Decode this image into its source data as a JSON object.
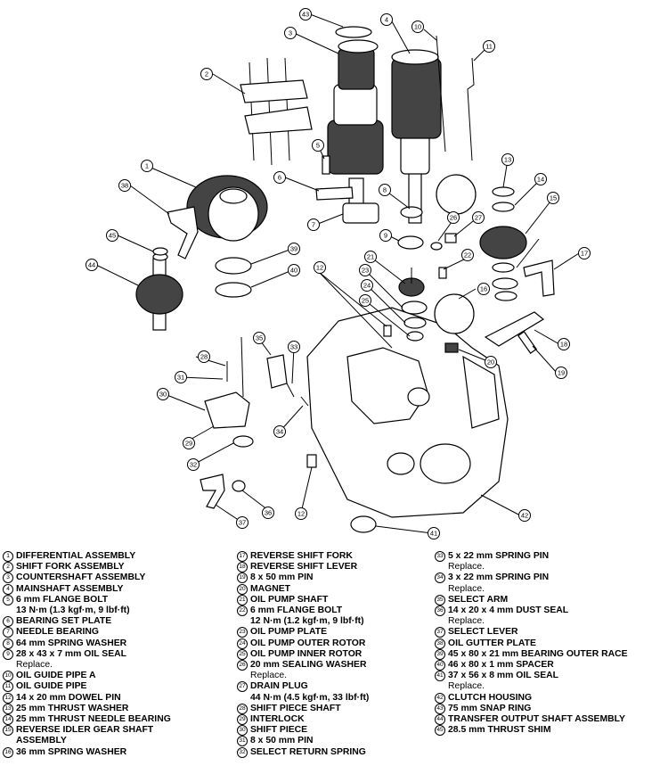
{
  "diagram": {
    "callouts": [
      "1",
      "2",
      "3",
      "4",
      "5",
      "6",
      "7",
      "8",
      "9",
      "10",
      "11",
      "12",
      "13",
      "14",
      "15",
      "16",
      "17",
      "18",
      "19",
      "20",
      "21",
      "22",
      "23",
      "24",
      "25",
      "26",
      "27",
      "28",
      "29",
      "30",
      "31",
      "32",
      "33",
      "34",
      "35",
      "36",
      "37",
      "38",
      "39",
      "40",
      "41",
      "42",
      "43",
      "44",
      "45"
    ]
  },
  "legend": {
    "column1": [
      {
        "n": "1",
        "text": "DIFFERENTIAL ASSEMBLY"
      },
      {
        "n": "2",
        "text": "SHIFT FORK ASSEMBLY"
      },
      {
        "n": "3",
        "text": "COUNTERSHAFT ASSEMBLY"
      },
      {
        "n": "4",
        "text": "MAINSHAFT ASSEMBLY"
      },
      {
        "n": "5",
        "text": "6 mm FLANGE BOLT",
        "sub": "13 N·m (1.3 kgf·m, 9 lbf·ft)",
        "sub_bold": true
      },
      {
        "n": "6",
        "text": "BEARING SET PLATE"
      },
      {
        "n": "7",
        "text": "NEEDLE BEARING"
      },
      {
        "n": "8",
        "text": "64 mm SPRING WASHER"
      },
      {
        "n": "9",
        "text": "28 x 43 x 7 mm OIL SEAL",
        "sub": "Replace."
      },
      {
        "n": "10",
        "text": "OIL GUIDE PIPE A"
      },
      {
        "n": "11",
        "text": "OIL GUIDE PIPE"
      },
      {
        "n": "12",
        "text": "14 x 20 mm DOWEL PIN"
      },
      {
        "n": "13",
        "text": "25 mm THRUST WASHER"
      },
      {
        "n": "14",
        "text": "25 mm THRUST NEEDLE BEARING"
      },
      {
        "n": "15",
        "text": "REVERSE IDLER GEAR SHAFT",
        "sub": "ASSEMBLY",
        "sub_bold": true
      },
      {
        "n": "16",
        "text": "36 mm SPRING WASHER"
      }
    ],
    "column2": [
      {
        "n": "17",
        "text": "REVERSE SHIFT FORK"
      },
      {
        "n": "18",
        "text": "REVERSE SHIFT LEVER"
      },
      {
        "n": "19",
        "text": "8 x 50 mm PIN"
      },
      {
        "n": "20",
        "text": "MAGNET"
      },
      {
        "n": "21",
        "text": "OIL PUMP SHAFT"
      },
      {
        "n": "22",
        "text": "6 mm FLANGE BOLT",
        "sub": "12 N·m (1.2 kgf·m, 9 lbf·ft)",
        "sub_bold": true
      },
      {
        "n": "23",
        "text": "OIL PUMP PLATE"
      },
      {
        "n": "24",
        "text": "OIL PUMP OUTER ROTOR"
      },
      {
        "n": "25",
        "text": "OIL PUMP INNER ROTOR"
      },
      {
        "n": "26",
        "text": "20 mm SEALING WASHER",
        "sub": "Replace."
      },
      {
        "n": "27",
        "text": "DRAIN PLUG",
        "sub": "44 N·m (4.5 kgf·m, 33 lbf·ft)",
        "sub_bold": true
      },
      {
        "n": "28",
        "text": "SHIFT PIECE SHAFT"
      },
      {
        "n": "29",
        "text": "INTERLOCK"
      },
      {
        "n": "30",
        "text": "SHIFT PIECE"
      },
      {
        "n": "31",
        "text": "8 x 50 mm PIN"
      },
      {
        "n": "32",
        "text": "SELECT RETURN SPRING"
      }
    ],
    "column3": [
      {
        "n": "33",
        "text": "5 x 22 mm SPRING PIN",
        "sub": "Replace."
      },
      {
        "n": "34",
        "text": "3 x 22 mm SPRING PIN",
        "sub": "Replace."
      },
      {
        "n": "35",
        "text": "SELECT ARM"
      },
      {
        "n": "36",
        "text": "14 x 20 x 4 mm DUST SEAL",
        "sub": "Replace."
      },
      {
        "n": "37",
        "text": "SELECT LEVER"
      },
      {
        "n": "38",
        "text": "OIL GUTTER PLATE"
      },
      {
        "n": "39",
        "text": "45 x 80 x 21 mm BEARING OUTER RACE"
      },
      {
        "n": "40",
        "text": "46 x 80 x 1 mm SPACER"
      },
      {
        "n": "41",
        "text": "37 x 56 x 8 mm OIL SEAL",
        "sub": "Replace."
      },
      {
        "n": "42",
        "text": "CLUTCH HOUSING"
      },
      {
        "n": "43",
        "text": "75 mm SNAP RING"
      },
      {
        "n": "44",
        "text": "TRANSFER OUTPUT SHAFT ASSEMBLY"
      },
      {
        "n": "45",
        "text": "28.5 mm THRUST SHIM"
      }
    ]
  }
}
